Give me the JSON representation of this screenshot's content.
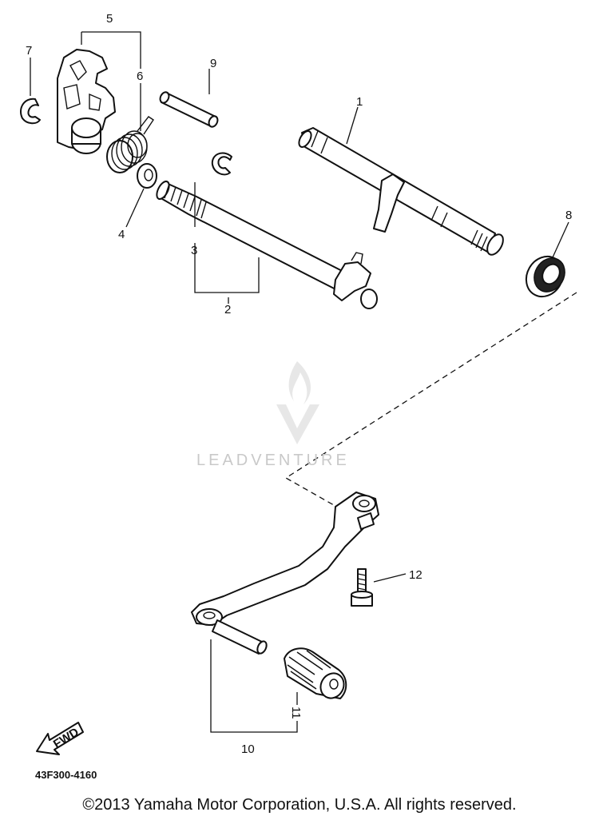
{
  "diagram": {
    "callouts": {
      "c1": "1",
      "c2": "2",
      "c3": "3",
      "c4": "4",
      "c5": "5",
      "c6": "6",
      "c7": "7",
      "c8": "8",
      "c9": "9",
      "c10": "10",
      "c11": "11",
      "c12": "12"
    },
    "fwd_label": "FWD",
    "code": "43F300-4160",
    "copyright": "©2013 Yamaha Motor Corporation, U.S.A. All rights reserved.",
    "watermark": "LEADVENTURE"
  }
}
